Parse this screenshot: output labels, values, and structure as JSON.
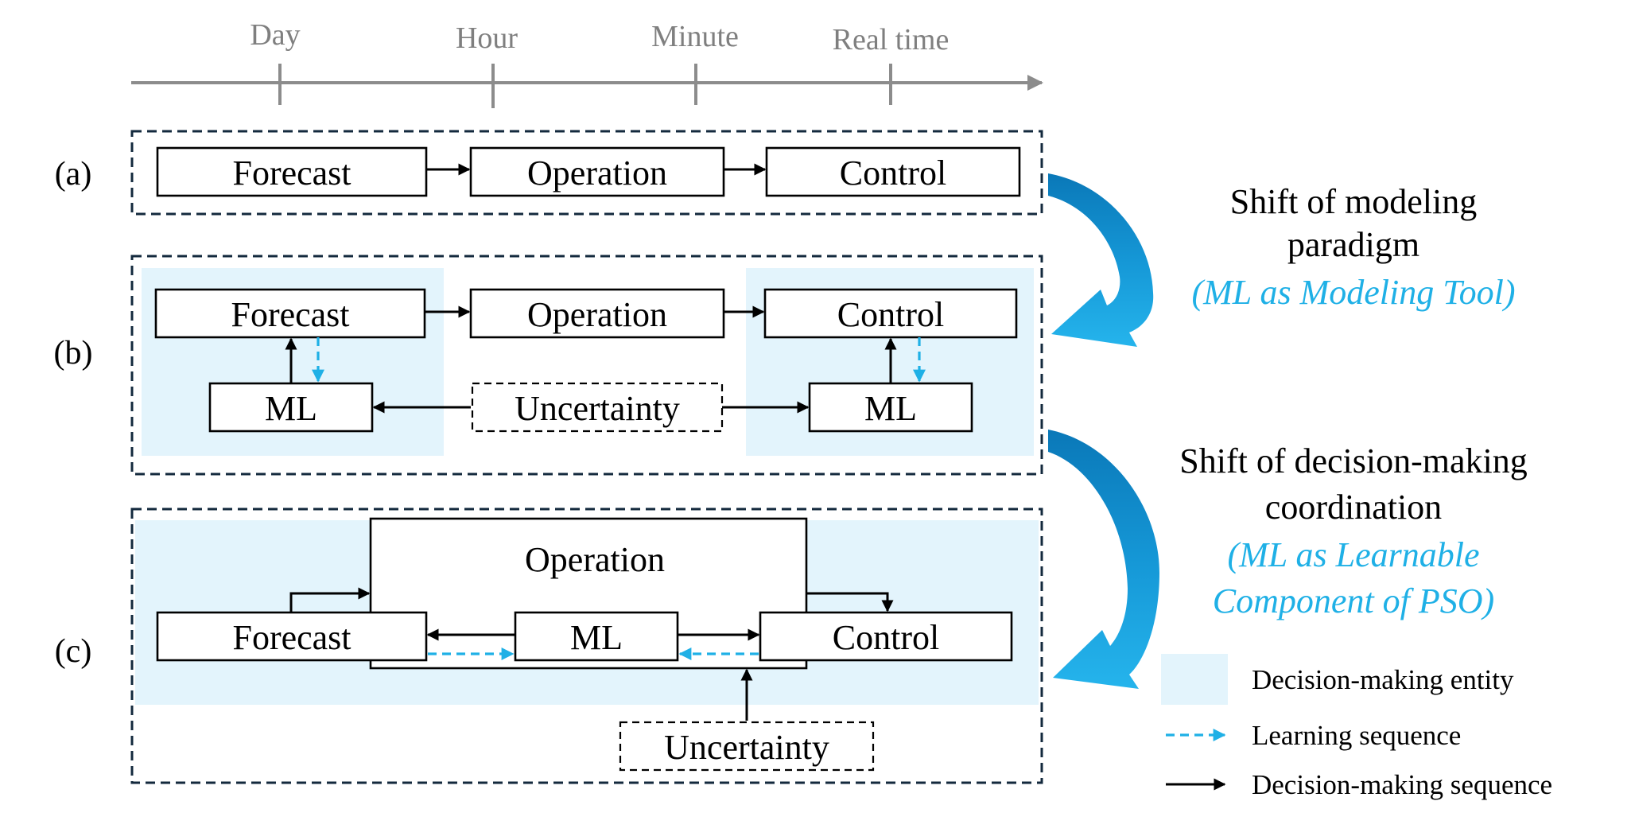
{
  "timeline": {
    "ticks": [
      "Day",
      "Hour",
      "Minute",
      "Real time"
    ]
  },
  "rows": {
    "a": {
      "label": "(a)",
      "forecast": "Forecast",
      "operation": "Operation",
      "control": "Control"
    },
    "b": {
      "label": "(b)",
      "forecast": "Forecast",
      "operation": "Operation",
      "control": "Control",
      "ml_left": "ML",
      "ml_right": "ML",
      "uncertainty": "Uncertainty"
    },
    "c": {
      "label": "(c)",
      "forecast": "Forecast",
      "operation": "Operation",
      "control": "Control",
      "ml": "ML",
      "uncertainty": "Uncertainty"
    }
  },
  "shifts": {
    "modeling": {
      "line1": "Shift of modeling",
      "line2": "paradigm",
      "sub": "(ML as Modeling Tool)"
    },
    "decision": {
      "line1": "Shift of decision-making",
      "line2": "coordination",
      "sub1": "(ML as Learnable",
      "sub2": "Component of PSO)"
    }
  },
  "legend": {
    "entity": "Decision-making entity",
    "learning": "Learning sequence",
    "decision": "Decision-making sequence"
  },
  "colors": {
    "accent": "#1fb0e6",
    "entity_fill": "#e3f4fc",
    "frame": "#13293d",
    "axis": "#8c8c8c"
  }
}
